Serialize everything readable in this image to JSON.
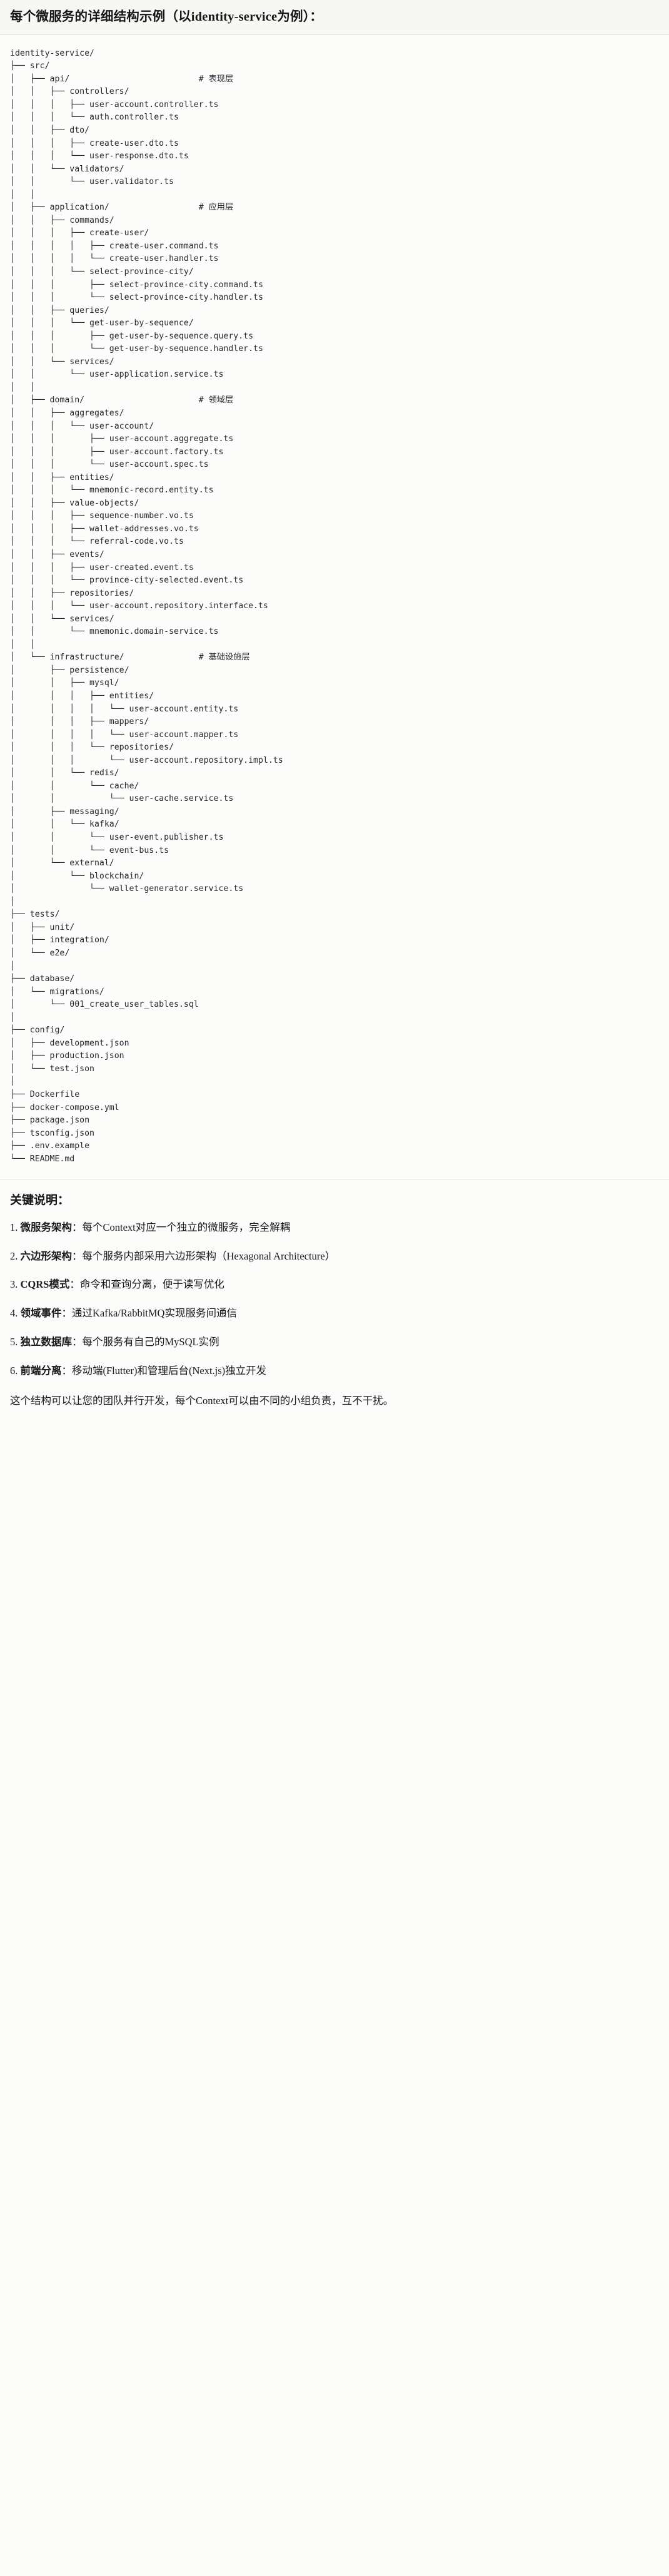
{
  "header": {
    "title": "每个微服务的详细结构示例（以identity-service为例）："
  },
  "tree": {
    "root": "identity-service/",
    "comments": {
      "api": "# 表现层",
      "application": "# 应用层",
      "domain": "# 领域层",
      "infrastructure": "# 基础设施层"
    },
    "text": "identity-service/\n├── src/\n│   ├── api/                          # 表现层\n│   │   ├── controllers/\n│   │   │   ├── user-account.controller.ts\n│   │   │   └── auth.controller.ts\n│   │   ├── dto/\n│   │   │   ├── create-user.dto.ts\n│   │   │   └── user-response.dto.ts\n│   │   └── validators/\n│   │       └── user.validator.ts\n│   │\n│   ├── application/                  # 应用层\n│   │   ├── commands/\n│   │   │   ├── create-user/\n│   │   │   │   ├── create-user.command.ts\n│   │   │   │   └── create-user.handler.ts\n│   │   │   └── select-province-city/\n│   │   │       ├── select-province-city.command.ts\n│   │   │       └── select-province-city.handler.ts\n│   │   ├── queries/\n│   │   │   └── get-user-by-sequence/\n│   │   │       ├── get-user-by-sequence.query.ts\n│   │   │       └── get-user-by-sequence.handler.ts\n│   │   └── services/\n│   │       └── user-application.service.ts\n│   │\n│   ├── domain/                       # 领域层\n│   │   ├── aggregates/\n│   │   │   └── user-account/\n│   │   │       ├── user-account.aggregate.ts\n│   │   │       ├── user-account.factory.ts\n│   │   │       └── user-account.spec.ts\n│   │   ├── entities/\n│   │   │   └── mnemonic-record.entity.ts\n│   │   ├── value-objects/\n│   │   │   ├── sequence-number.vo.ts\n│   │   │   ├── wallet-addresses.vo.ts\n│   │   │   └── referral-code.vo.ts\n│   │   ├── events/\n│   │   │   ├── user-created.event.ts\n│   │   │   └── province-city-selected.event.ts\n│   │   ├── repositories/\n│   │   │   └── user-account.repository.interface.ts\n│   │   └── services/\n│   │       └── mnemonic.domain-service.ts\n│   │\n│   └── infrastructure/               # 基础设施层\n│       ├── persistence/\n│       │   ├── mysql/\n│       │   │   ├── entities/\n│       │   │   │   └── user-account.entity.ts\n│       │   │   ├── mappers/\n│       │   │   │   └── user-account.mapper.ts\n│       │   │   └── repositories/\n│       │   │       └── user-account.repository.impl.ts\n│       │   └── redis/\n│       │       └── cache/\n│       │           └── user-cache.service.ts\n│       ├── messaging/\n│       │   └── kafka/\n│       │       └── user-event.publisher.ts\n│       │       └── event-bus.ts\n│       └── external/\n│           └── blockchain/\n│               └── wallet-generator.service.ts\n│\n├── tests/\n│   ├── unit/\n│   ├── integration/\n│   └── e2e/\n│\n├── database/\n│   └── migrations/\n│       └── 001_create_user_tables.sql\n│\n├── config/\n│   ├── development.json\n│   ├── production.json\n│   └── test.json\n│\n├── Dockerfile\n├── docker-compose.yml\n├── package.json\n├── tsconfig.json\n├── .env.example\n└── README.md"
  },
  "notes": {
    "heading": "关键说明：",
    "items": [
      {
        "label": "微服务架构",
        "text": "：每个Context对应一个独立的微服务，完全解耦"
      },
      {
        "label": "六边形架构",
        "text": "：每个服务内部采用六边形架构（Hexagonal Architecture）"
      },
      {
        "label": "CQRS模式",
        "text": "：命令和查询分离，便于读写优化"
      },
      {
        "label": "领域事件",
        "text": "：通过Kafka/RabbitMQ实现服务间通信"
      },
      {
        "label": "独立数据库",
        "text": "：每个服务有自己的MySQL实例"
      },
      {
        "label": "前端分离",
        "text": "：移动端(Flutter)和管理后台(Next.js)独立开发"
      }
    ],
    "closing": "这个结构可以让您的团队并行开发，每个Context可以由不同的小组负责，互不干扰。"
  },
  "colors": {
    "page_bg": "#fbfbf9",
    "title_bg": "#f7f7f3",
    "code_bg": "#fcfcfa",
    "border": "#e2e2dc",
    "text": "#1a1a1a",
    "code_text": "#24292f"
  }
}
